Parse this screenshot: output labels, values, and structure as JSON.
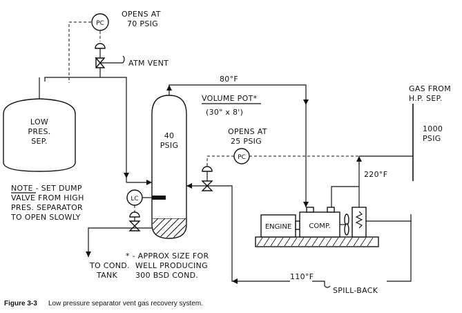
{
  "vent": {
    "controller": "PC",
    "setpoint_line1": "OPENS AT",
    "setpoint_line2": "70 PSIG",
    "vent_label": "ATM VENT"
  },
  "low_pressure_separator": {
    "line1": "LOW",
    "line2": "PRES.",
    "line3": "SEP."
  },
  "note": {
    "line1": "NOTE - SET DUMP",
    "line2": "VALVE FROM HIGH",
    "line3": "PRES. SEPARATOR",
    "line4": "TO OPEN SLOWLY"
  },
  "volume_pot": {
    "title": "VOLUME POT*",
    "size": "(30\" x 8')",
    "pressure_line1": "40",
    "pressure_line2": "PSIG",
    "level_controller": "LC"
  },
  "top_line_temp": "80°F",
  "pot_control": {
    "controller": "PC",
    "setpoint_line1": "OPENS AT",
    "setpoint_line2": "25 PSIG"
  },
  "gas_supply": {
    "line1": "GAS FROM",
    "line2": "H.P. SEP.",
    "pressure_line1": "1000",
    "pressure_line2": "PSIG"
  },
  "discharge_temp": "220°F",
  "compressor_package": {
    "engine": "ENGINE",
    "compressor": "COMP."
  },
  "cond_tank": {
    "line1": "TO COND.",
    "line2": "TANK"
  },
  "footnote": {
    "line1": "* - APPROX SIZE FOR",
    "line2": "WELL PRODUCING",
    "line3": "300 BSD COND."
  },
  "spillback": {
    "temp": "110°F",
    "label": "SPILL-BACK"
  },
  "caption": {
    "figure": "Figure 3-3",
    "text": "Low pressure separator vent gas recovery system."
  }
}
